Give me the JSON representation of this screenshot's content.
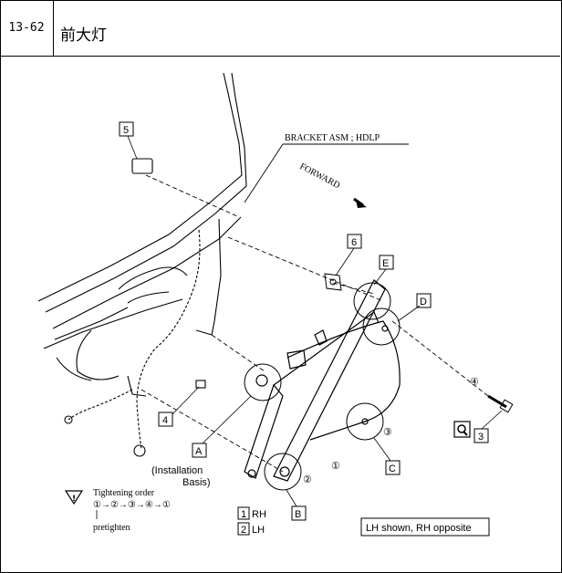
{
  "header": {
    "page_number": "13-62",
    "title": "前大灯"
  },
  "figure": {
    "bracket_label": "BRACKET ASM ; HDLP",
    "forward_label": "FORWARD",
    "installation_basis": [
      "(Installation",
      "Basis)"
    ],
    "parts": [
      "1",
      "2",
      "3",
      "4",
      "5",
      "6"
    ],
    "part_names": {
      "1": "RH",
      "2": "LH"
    },
    "points": [
      "A",
      "B",
      "C",
      "D",
      "E"
    ],
    "order_marks": [
      "①",
      "②",
      "③",
      "④"
    ],
    "tightening": {
      "title": "Tightening order",
      "sequence": "①→②→③→④→①",
      "pretighten": "pretighten"
    },
    "note": "LH shown, RH opposite"
  }
}
